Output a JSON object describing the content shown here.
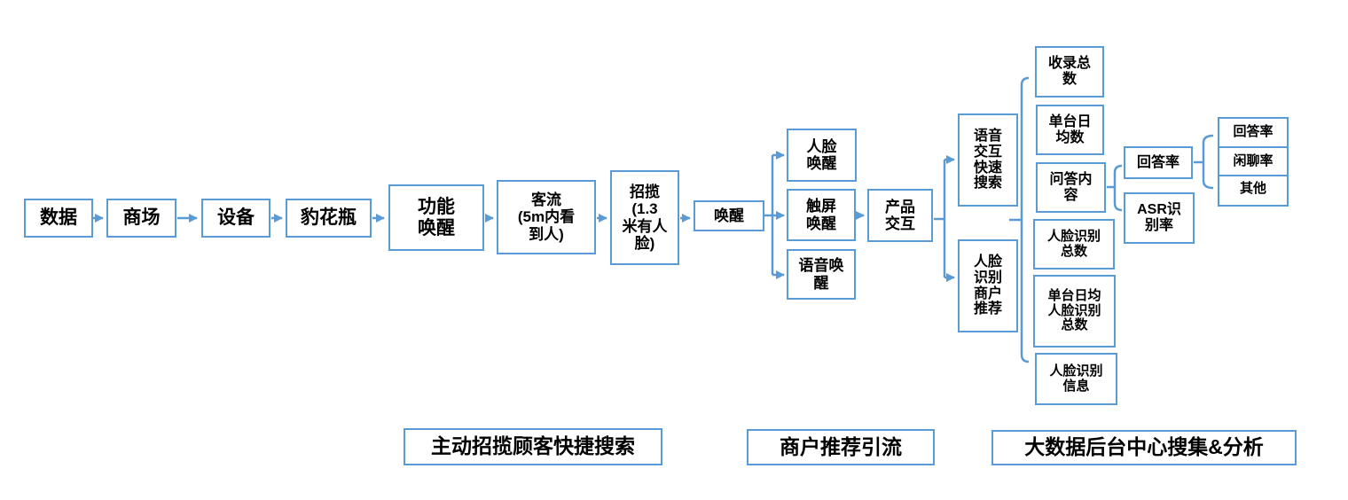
{
  "colors": {
    "accent": "#5B9BD5",
    "text": "#000000",
    "background": "#FFFFFF"
  },
  "nodes": {
    "data": {
      "label": "数据"
    },
    "mall": {
      "label": "商场"
    },
    "device": {
      "label": "设备"
    },
    "leopard_vase": {
      "label": "豹花瓶"
    },
    "function_wake": {
      "label": "功能\n唤醒"
    },
    "passenger_flow": {
      "label": "客流\n(5m内看\n到人)"
    },
    "solicit": {
      "label": "招揽\n(1.3\n米有人\n脸)"
    },
    "wake": {
      "label": "唤醒"
    },
    "face_wake": {
      "label": "人脸\n唤醒"
    },
    "touch_wake": {
      "label": "触屏\n唤醒"
    },
    "voice_wake": {
      "label": "语音唤\n醒"
    },
    "product_interaction": {
      "label": "产品\n交互"
    },
    "voice_quick_search": {
      "label": "语音\n交互\n快速\n搜索"
    },
    "face_merchant_recommend": {
      "label": "人脸\n识别\n商户\n推荐"
    },
    "total_collected": {
      "label": "收录总\n数"
    },
    "daily_avg_per_unit": {
      "label": "单台日\n均数"
    },
    "qa_content": {
      "label": "问答内\n容"
    },
    "face_recog_total": {
      "label": "人脸识别\n总数"
    },
    "daily_avg_face_recog_total": {
      "label": "单台日均\n人脸识别\n总数"
    },
    "face_recog_info": {
      "label": "人脸识别\n信息"
    },
    "answer_rate": {
      "label": "回答率"
    },
    "asr_recog_rate": {
      "label": "ASR识\n别率"
    },
    "answer_rate_sub": {
      "label": "回答率"
    },
    "chat_rate": {
      "label": "闲聊率"
    },
    "other": {
      "label": "其他"
    }
  },
  "section_labels": {
    "active_solicit": "主动招揽顾客快捷搜索",
    "merchant_recommend": "商户推荐引流",
    "big_data_center": "大数据后台中心搜集&分析"
  }
}
